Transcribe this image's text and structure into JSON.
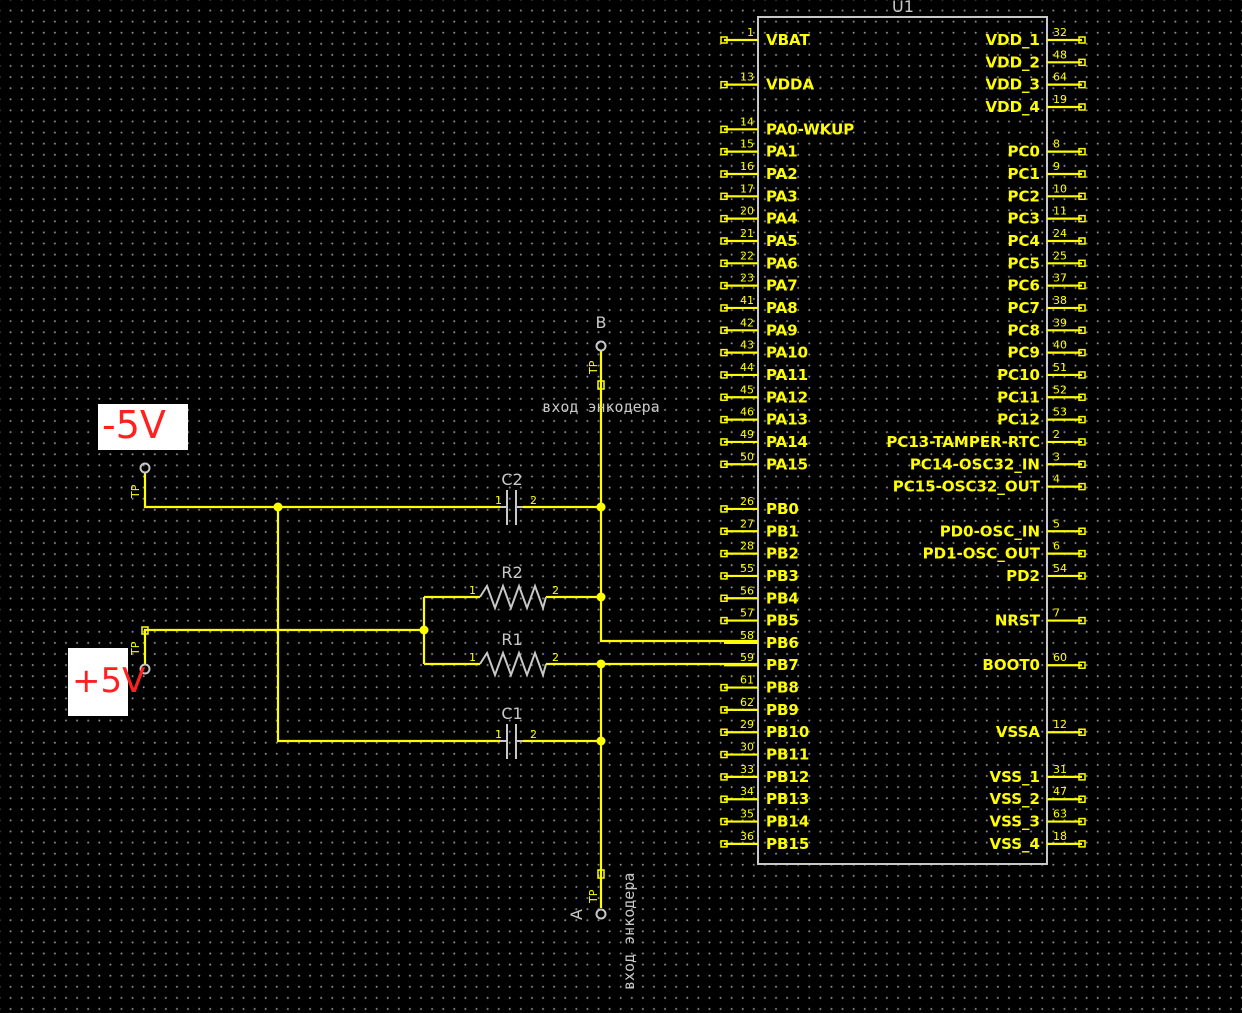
{
  "schematic": {
    "colors": {
      "background": "#000000",
      "wire": "#ffff00",
      "component_body": "#c8c8c8",
      "grid": "#8a8a8a",
      "hand_note_text": "#ff2020",
      "hand_note_bg": "#ffffff"
    },
    "ic": {
      "refdes": "U1",
      "left_pins": [
        {
          "num": "1",
          "name": "VBAT"
        },
        {
          "num": "13",
          "name": "VDDA"
        },
        {
          "num": "14",
          "name": "PA0-WKUP"
        },
        {
          "num": "15",
          "name": "PA1"
        },
        {
          "num": "16",
          "name": "PA2"
        },
        {
          "num": "17",
          "name": "PA3"
        },
        {
          "num": "20",
          "name": "PA4"
        },
        {
          "num": "21",
          "name": "PA5"
        },
        {
          "num": "22",
          "name": "PA6"
        },
        {
          "num": "23",
          "name": "PA7"
        },
        {
          "num": "41",
          "name": "PA8"
        },
        {
          "num": "42",
          "name": "PA9"
        },
        {
          "num": "43",
          "name": "PA10"
        },
        {
          "num": "44",
          "name": "PA11"
        },
        {
          "num": "45",
          "name": "PA12"
        },
        {
          "num": "46",
          "name": "PA13"
        },
        {
          "num": "49",
          "name": "PA14"
        },
        {
          "num": "50",
          "name": "PA15"
        },
        {
          "num": "26",
          "name": "PB0"
        },
        {
          "num": "27",
          "name": "PB1"
        },
        {
          "num": "28",
          "name": "PB2"
        },
        {
          "num": "55",
          "name": "PB3"
        },
        {
          "num": "56",
          "name": "PB4"
        },
        {
          "num": "57",
          "name": "PB5"
        },
        {
          "num": "58",
          "name": "PB6"
        },
        {
          "num": "59",
          "name": "PB7"
        },
        {
          "num": "61",
          "name": "PB8"
        },
        {
          "num": "62",
          "name": "PB9"
        },
        {
          "num": "29",
          "name": "PB10"
        },
        {
          "num": "30",
          "name": "PB11"
        },
        {
          "num": "33",
          "name": "PB12"
        },
        {
          "num": "34",
          "name": "PB13"
        },
        {
          "num": "35",
          "name": "PB14"
        },
        {
          "num": "36",
          "name": "PB15"
        }
      ],
      "right_pins": [
        {
          "num": "32",
          "name": "VDD_1"
        },
        {
          "num": "48",
          "name": "VDD_2"
        },
        {
          "num": "64",
          "name": "VDD_3"
        },
        {
          "num": "19",
          "name": "VDD_4"
        },
        {
          "num": "8",
          "name": "PC0"
        },
        {
          "num": "9",
          "name": "PC1"
        },
        {
          "num": "10",
          "name": "PC2"
        },
        {
          "num": "11",
          "name": "PC3"
        },
        {
          "num": "24",
          "name": "PC4"
        },
        {
          "num": "25",
          "name": "PC5"
        },
        {
          "num": "37",
          "name": "PC6"
        },
        {
          "num": "38",
          "name": "PC7"
        },
        {
          "num": "39",
          "name": "PC8"
        },
        {
          "num": "40",
          "name": "PC9"
        },
        {
          "num": "51",
          "name": "PC10"
        },
        {
          "num": "52",
          "name": "PC11"
        },
        {
          "num": "53",
          "name": "PC12"
        },
        {
          "num": "2",
          "name": "PC13-TAMPER-RTC"
        },
        {
          "num": "3",
          "name": "PC14-OSC32_IN"
        },
        {
          "num": "4",
          "name": "PC15-OSC32_OUT"
        },
        {
          "num": "5",
          "name": "PD0-OSC_IN"
        },
        {
          "num": "6",
          "name": "PD1-OSC_OUT"
        },
        {
          "num": "54",
          "name": "PD2"
        },
        {
          "num": "7",
          "name": "NRST"
        },
        {
          "num": "60",
          "name": "BOOT0"
        },
        {
          "num": "12",
          "name": "VSSA"
        },
        {
          "num": "31",
          "name": "VSS_1"
        },
        {
          "num": "47",
          "name": "VSS_2"
        },
        {
          "num": "63",
          "name": "VSS_3"
        },
        {
          "num": "18",
          "name": "VSS_4"
        }
      ]
    },
    "components": {
      "c2": {
        "ref": "C2",
        "pin1": "1",
        "pin2": "2"
      },
      "r2": {
        "ref": "R2",
        "pin1": "1",
        "pin2": "2"
      },
      "r1": {
        "ref": "R1",
        "pin1": "1",
        "pin2": "2"
      },
      "c1": {
        "ref": "C1",
        "pin1": "1",
        "pin2": "2"
      }
    },
    "test_points": {
      "b": {
        "label": "B",
        "tp": "TP",
        "note": "вход энкодера"
      },
      "a": {
        "label": "A",
        "tp": "TP",
        "note": "вход энкодера"
      },
      "neg5": {
        "tp": "TP"
      },
      "pos5": {
        "tp": "TP"
      }
    },
    "hand_notes": {
      "neg5": "-5V",
      "pos5": "+5V"
    }
  }
}
